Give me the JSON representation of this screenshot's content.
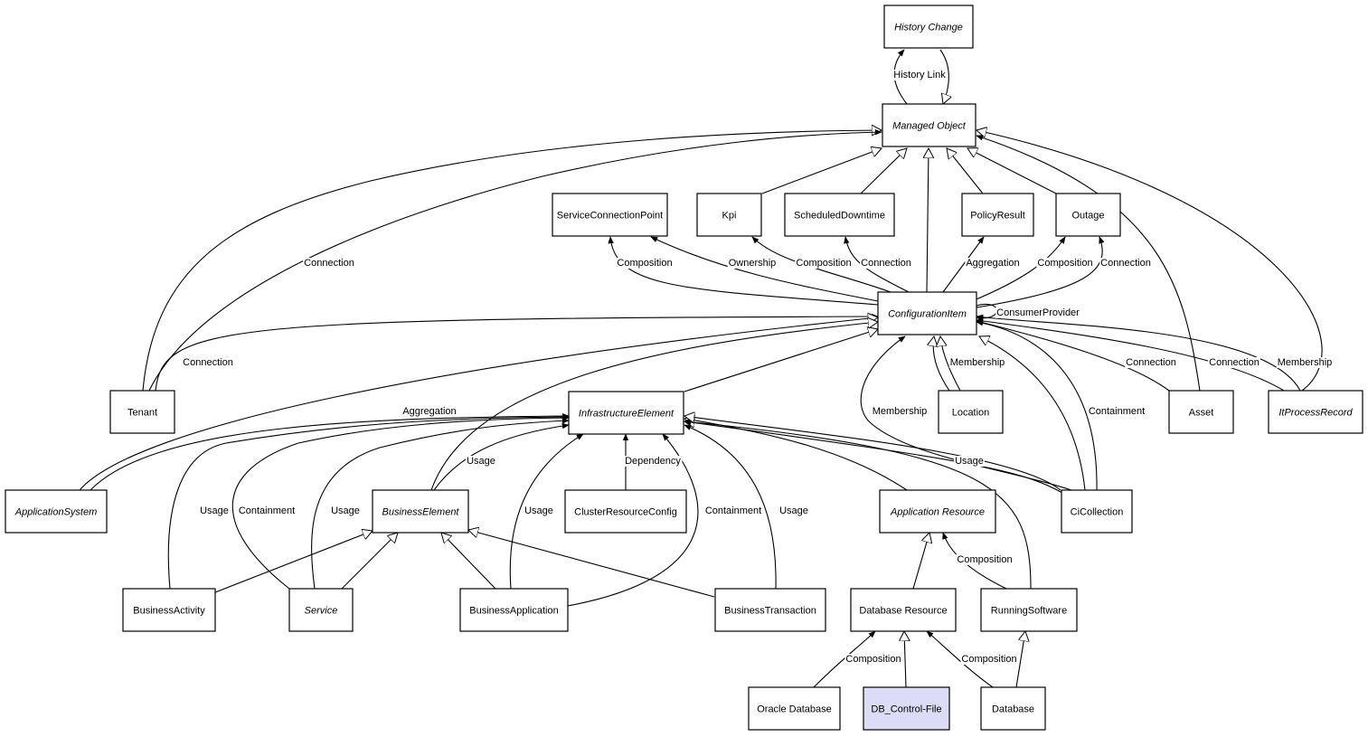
{
  "diagram": {
    "nodes": [
      {
        "id": "history-change",
        "label": "History Change",
        "abstract": true
      },
      {
        "id": "managed-object",
        "label": "Managed Object",
        "abstract": true
      },
      {
        "id": "service-connection-point",
        "label": "ServiceConnectionPoint"
      },
      {
        "id": "kpi",
        "label": "Kpi"
      },
      {
        "id": "scheduled-downtime",
        "label": "ScheduledDowntime"
      },
      {
        "id": "policy-result",
        "label": "PolicyResult"
      },
      {
        "id": "outage",
        "label": "Outage"
      },
      {
        "id": "configuration-item",
        "label": "ConfigurationItem",
        "abstract": true
      },
      {
        "id": "tenant",
        "label": "Tenant"
      },
      {
        "id": "infrastructure-element",
        "label": "InfrastructureElement",
        "abstract": true
      },
      {
        "id": "location",
        "label": "Location"
      },
      {
        "id": "asset",
        "label": "Asset"
      },
      {
        "id": "it-process-record",
        "label": "ItProcessRecord",
        "abstract": true
      },
      {
        "id": "application-system",
        "label": "ApplicationSystem",
        "abstract": true
      },
      {
        "id": "business-element",
        "label": "BusinessElement",
        "abstract": true
      },
      {
        "id": "cluster-resource-config",
        "label": "ClusterResourceConfig"
      },
      {
        "id": "application-resource",
        "label": "Application Resource",
        "abstract": true
      },
      {
        "id": "ci-collection",
        "label": "CiCollection"
      },
      {
        "id": "business-activity",
        "label": "BusinessActivity"
      },
      {
        "id": "service",
        "label": "Service",
        "abstract": true
      },
      {
        "id": "business-application",
        "label": "BusinessApplication"
      },
      {
        "id": "business-transaction",
        "label": "BusinessTransaction"
      },
      {
        "id": "database-resource",
        "label": "Database Resource"
      },
      {
        "id": "running-software",
        "label": "RunningSoftware"
      },
      {
        "id": "oracle-database",
        "label": "Oracle Database"
      },
      {
        "id": "db-control-file",
        "label": "DB_Control-File",
        "highlight": true
      },
      {
        "id": "database",
        "label": "Database"
      }
    ],
    "edge_labels": [
      {
        "id": "history-link",
        "text": "History Link"
      },
      {
        "id": "tenant-mo-connection",
        "text": "Connection"
      },
      {
        "id": "tenant-ci-connection",
        "text": "Connection"
      },
      {
        "id": "scp-composition",
        "text": "Composition"
      },
      {
        "id": "scp-ownership",
        "text": "Ownership"
      },
      {
        "id": "kpi-composition",
        "text": "Composition"
      },
      {
        "id": "sd-connection",
        "text": "Connection"
      },
      {
        "id": "pr-aggregation",
        "text": "Aggregation"
      },
      {
        "id": "outage-composition",
        "text": "Composition"
      },
      {
        "id": "outage-connection",
        "text": "Connection"
      },
      {
        "id": "consumer-provider",
        "text": "ConsumerProvider"
      },
      {
        "id": "location-membership",
        "text": "Membership"
      },
      {
        "id": "asset-connection",
        "text": "Connection"
      },
      {
        "id": "itpr-connection",
        "text": "Connection"
      },
      {
        "id": "itpr-membership",
        "text": "Membership"
      },
      {
        "id": "appsys-aggregation",
        "text": "Aggregation"
      },
      {
        "id": "cic-membership",
        "text": "Membership"
      },
      {
        "id": "cic-containment",
        "text": "Containment"
      },
      {
        "id": "be-usage",
        "text": "Usage"
      },
      {
        "id": "cluster-dependency",
        "text": "Dependency"
      },
      {
        "id": "cic-usage",
        "text": "Usage"
      },
      {
        "id": "ba-usage",
        "text": "Usage"
      },
      {
        "id": "service-containment",
        "text": "Containment"
      },
      {
        "id": "service-usage",
        "text": "Usage"
      },
      {
        "id": "bapp-usage",
        "text": "Usage"
      },
      {
        "id": "bapp-containment",
        "text": "Containment"
      },
      {
        "id": "bt-usage",
        "text": "Usage"
      },
      {
        "id": "rs-composition",
        "text": "Composition"
      },
      {
        "id": "oracle-composition",
        "text": "Composition"
      },
      {
        "id": "database-composition",
        "text": "Composition"
      }
    ]
  }
}
